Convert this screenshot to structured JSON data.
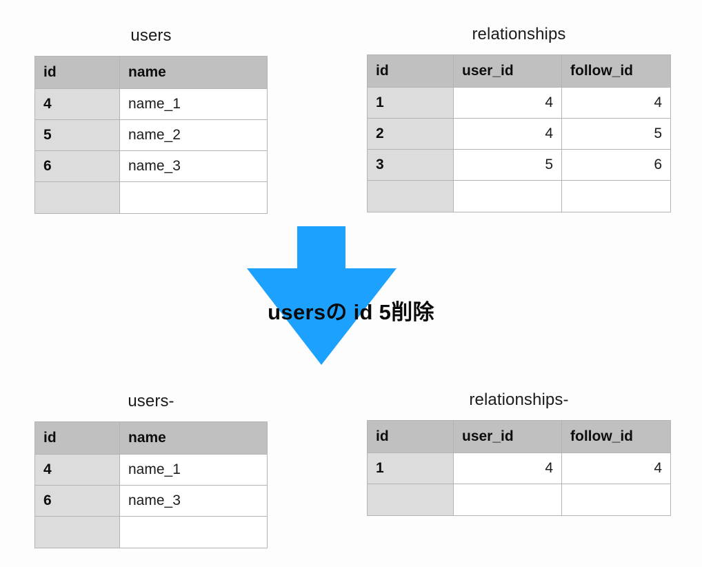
{
  "page": {
    "background_color": "#fdfdfd",
    "arrow_color": "#1da1ff",
    "header_fill": "#c0c0c0",
    "id_column_fill": "#dcdcdc",
    "cell_fill": "#ffffff",
    "border_color": "#b3b3b3",
    "text_color": "#111111"
  },
  "transition": {
    "label": "usersの id 5削除",
    "arrow_icon": "arrow-down-icon",
    "direction": "down"
  },
  "tables": {
    "users_before": {
      "title": "users",
      "columns": [
        "id",
        "name"
      ],
      "column_align": [
        "left",
        "left"
      ],
      "rows": [
        {
          "id": "4",
          "name": "name_1"
        },
        {
          "id": "5",
          "name": "name_2"
        },
        {
          "id": "6",
          "name": "name_3"
        }
      ],
      "has_empty_row": true
    },
    "relationships_before": {
      "title": "relationships",
      "columns": [
        "id",
        "user_id",
        "follow_id"
      ],
      "column_align": [
        "left",
        "right",
        "right"
      ],
      "rows": [
        {
          "id": "1",
          "user_id": "4",
          "follow_id": "4"
        },
        {
          "id": "2",
          "user_id": "4",
          "follow_id": "5"
        },
        {
          "id": "3",
          "user_id": "5",
          "follow_id": "6"
        }
      ],
      "has_empty_row": true
    },
    "users_after": {
      "title": "users-",
      "columns": [
        "id",
        "name"
      ],
      "column_align": [
        "left",
        "left"
      ],
      "rows": [
        {
          "id": "4",
          "name": "name_1"
        },
        {
          "id": "6",
          "name": "name_3"
        }
      ],
      "has_empty_row": true
    },
    "relationships_after": {
      "title": "relationships-",
      "columns": [
        "id",
        "user_id",
        "follow_id"
      ],
      "column_align": [
        "left",
        "right",
        "right"
      ],
      "rows": [
        {
          "id": "1",
          "user_id": "4",
          "follow_id": "4"
        }
      ],
      "has_empty_row": true
    }
  }
}
